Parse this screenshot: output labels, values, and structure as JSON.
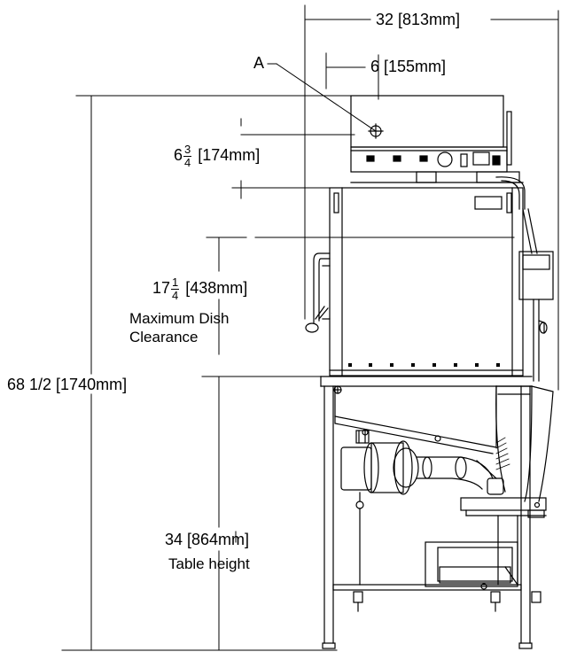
{
  "dimensions": {
    "overall_width": "32 [813mm]",
    "offset_a": "6 [155mm]",
    "point_label": "A",
    "top_box_height": {
      "whole": "6",
      "num": "3",
      "den": "4",
      "metric": " [174mm]"
    },
    "dish_clearance": {
      "whole": "17",
      "num": "1",
      "den": "4",
      "metric": " [438mm]"
    },
    "dish_clearance_caption_1": "Maximum Dish",
    "dish_clearance_caption_2": "Clearance",
    "overall_height": "68 1/2 [1740mm]",
    "table_height": "34 [864mm]",
    "table_height_caption": "Table height"
  }
}
